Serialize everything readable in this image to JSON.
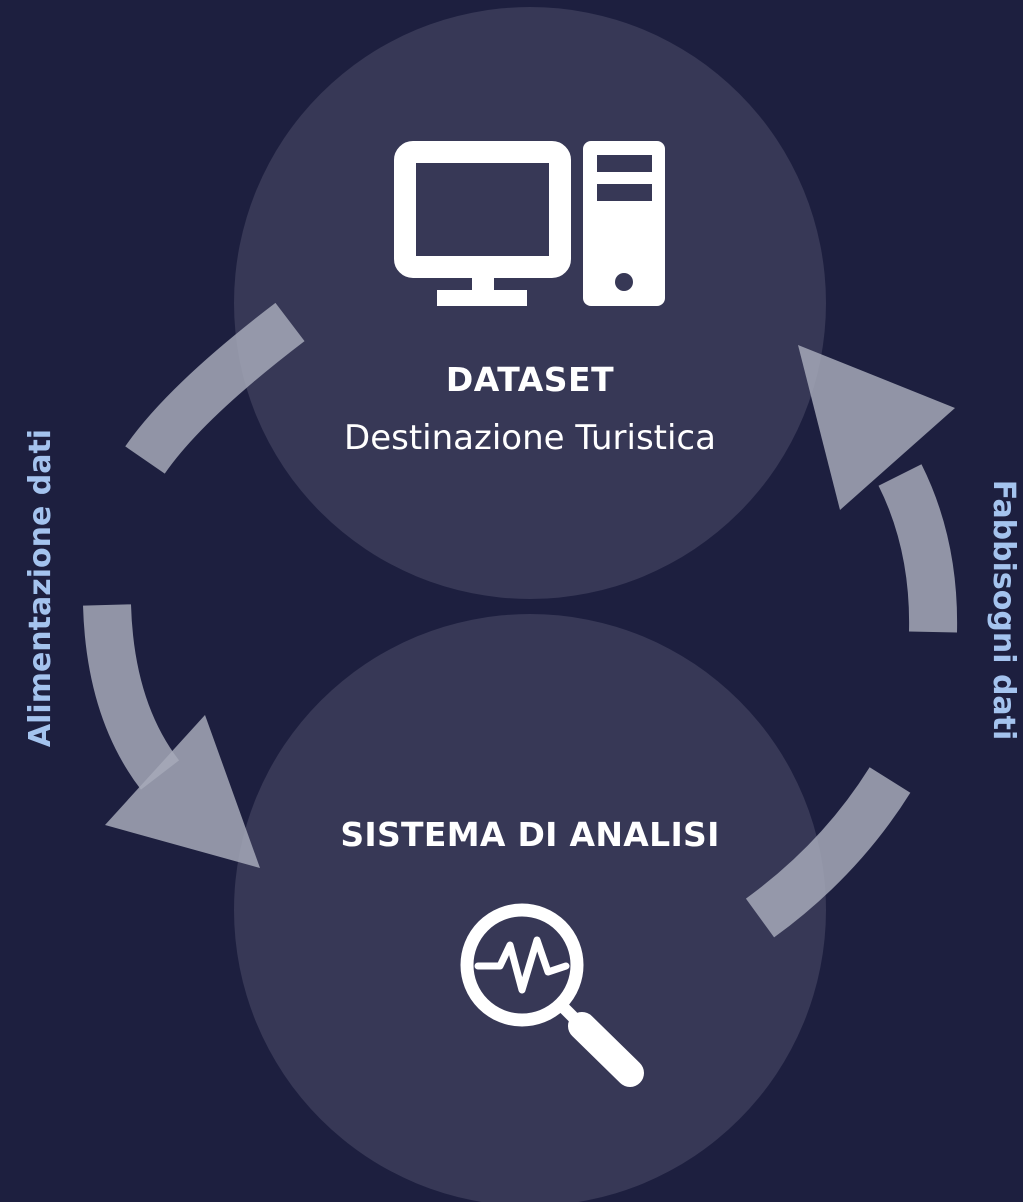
{
  "colors": {
    "background": "#1d1f3f",
    "circle": "#373856",
    "arrow": "#a6a9b8",
    "text": "#ffffff",
    "side_label": "#a4c3ee"
  },
  "nodes": {
    "dataset": {
      "title": "DATASET",
      "subtitle": "Destinazione Turistica",
      "icon": "computer-icon"
    },
    "analysis": {
      "title": "SISTEMA DI ANALISI",
      "icon": "analysis-magnifier-icon"
    }
  },
  "edges": {
    "left": {
      "label": "Alimentazione dati",
      "from": "dataset",
      "to": "analysis"
    },
    "right": {
      "label": "Fabbisogni dati",
      "from": "analysis",
      "to": "dataset"
    }
  }
}
